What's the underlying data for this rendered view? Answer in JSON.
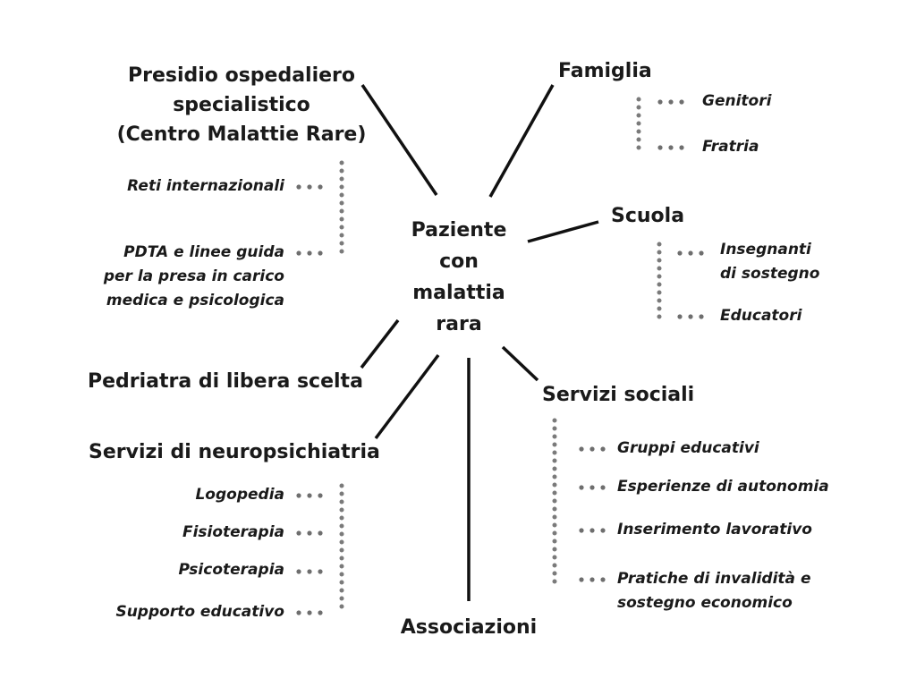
{
  "center": {
    "lines": [
      "Paziente",
      "con",
      "malattia",
      "rara"
    ]
  },
  "nodes": {
    "presidio": {
      "lines": [
        "Presidio ospedaliero",
        "specialistico",
        "(Centro Malattie Rare)"
      ],
      "items": [
        {
          "lines": [
            "Reti internazionali"
          ]
        },
        {
          "lines": [
            "PDTA e linee guida",
            "per la presa in carico",
            "medica e psicologica"
          ]
        }
      ]
    },
    "famiglia": {
      "lines": [
        "Famiglia"
      ],
      "items": [
        {
          "lines": [
            "Genitori"
          ]
        },
        {
          "lines": [
            "Fratria"
          ]
        }
      ]
    },
    "scuola": {
      "lines": [
        "Scuola"
      ],
      "items": [
        {
          "lines": [
            "Insegnanti",
            "di sostegno"
          ]
        },
        {
          "lines": [
            "Educatori"
          ]
        }
      ]
    },
    "pediatra": {
      "lines": [
        "Pedriatra di libera scelta"
      ]
    },
    "neuro": {
      "lines": [
        "Servizi di neuropsichiatria"
      ],
      "items": [
        {
          "lines": [
            "Logopedia"
          ]
        },
        {
          "lines": [
            "Fisioterapia"
          ]
        },
        {
          "lines": [
            "Psicoterapia"
          ]
        },
        {
          "lines": [
            "Supporto educativo"
          ]
        }
      ]
    },
    "associazioni": {
      "lines": [
        "Associazioni"
      ]
    },
    "sociali": {
      "lines": [
        "Servizi sociali"
      ],
      "items": [
        {
          "lines": [
            "Gruppi educativi"
          ]
        },
        {
          "lines": [
            "Esperienze di autonomia"
          ]
        },
        {
          "lines": [
            "Inserimento lavorativo"
          ]
        },
        {
          "lines": [
            "Pratiche di invalidità e",
            "sostegno economico"
          ]
        }
      ]
    }
  },
  "colors": {
    "line": "#111111",
    "dots": "#6e6e6e",
    "text": "#1a1a1a",
    "background": "#ffffff"
  }
}
